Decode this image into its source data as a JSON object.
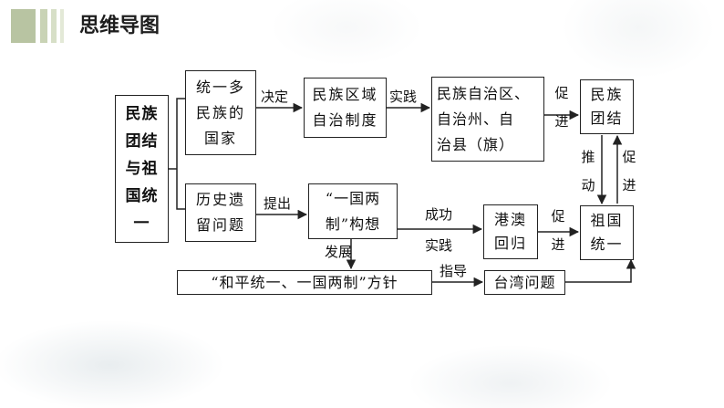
{
  "header": {
    "title": "思维导图"
  },
  "diagram": {
    "root": [
      "民族",
      "团结",
      "与祖",
      "国统",
      "一"
    ],
    "box_unity_nation": [
      "统一多",
      "民族的",
      "国家"
    ],
    "box_regional_autonomy": [
      "民族区域",
      "自治制度"
    ],
    "box_autonomous_areas": [
      "民族自治区、",
      "自治州、自",
      "治县（旗）"
    ],
    "box_ethnic_unity": [
      "民族",
      "团结"
    ],
    "box_history_issue": [
      "历史遗",
      "留问题"
    ],
    "box_one_country": [
      "“一国两",
      "制”构想"
    ],
    "box_hk_macau": [
      "港澳",
      "回归"
    ],
    "box_reunification": [
      "祖国",
      "统一"
    ],
    "box_policy": "“和平统一、一国两制”方针",
    "box_taiwan": "台湾问题",
    "edges": {
      "decide": "决定",
      "practice1": "实践",
      "promote1": [
        "促",
        "进"
      ],
      "push": [
        "推",
        "动"
      ],
      "promote2": [
        "促",
        "进"
      ],
      "propose": "提出",
      "success": "成功",
      "practice2": "实践",
      "promote3": [
        "促",
        "进"
      ],
      "develop": "发展",
      "guide": "指导"
    }
  }
}
